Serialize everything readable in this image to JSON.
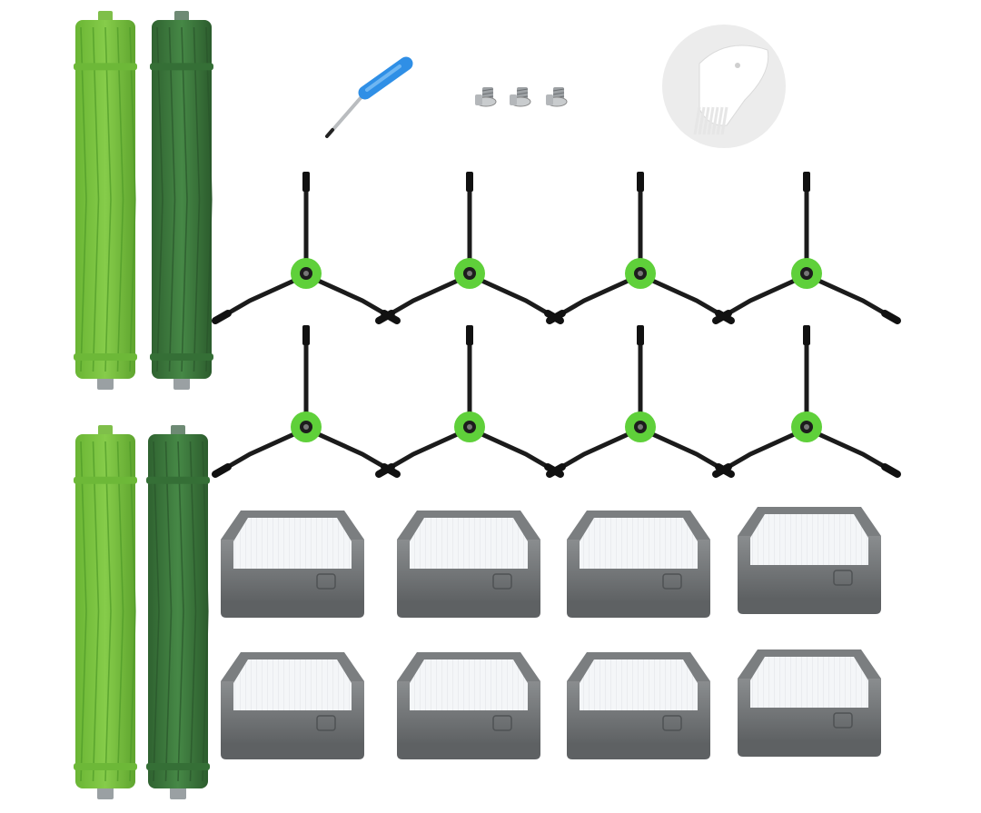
{
  "scene": {
    "background_color": "#ffffff",
    "description_items": {
      "main_rollers_light": 2,
      "main_rollers_dark": 2,
      "side_brushes": 8,
      "filters": 8,
      "screwdriver": 1,
      "screws": 3,
      "cleaning_tool": 1
    }
  },
  "colors": {
    "roller_light": "#7cc242",
    "roller_light_dark": "#5fa52f",
    "roller_dark": "#3f7d3a",
    "roller_dark_shade": "#2f6230",
    "axle_gray": "#9aa0a3",
    "brush_arm": "#1b1b1b",
    "brush_hub": "#5fd03a",
    "filter_frame": "#6f7274",
    "filter_frame_light": "#85888a",
    "filter_media": "#f3f5f7",
    "screwdriver_handle": "#2f8fe6",
    "metal": "#b9bcbf",
    "tool_bg": "#ececec"
  },
  "icons": {
    "roller": "roller-brush-icon",
    "side_brush": "side-brush-icon",
    "filter": "filter-icon",
    "screwdriver": "screwdriver-icon",
    "screw": "screw-icon",
    "cleaning_tool": "cleaning-tool-icon"
  }
}
